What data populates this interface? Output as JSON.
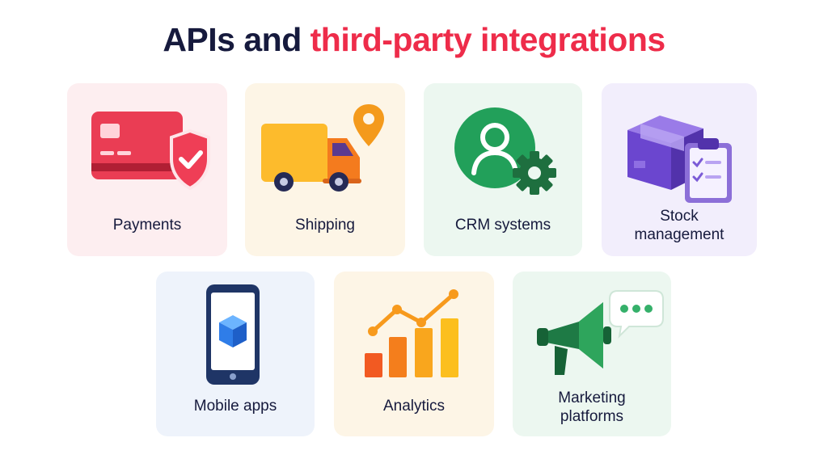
{
  "title": {
    "part1": "APIs and",
    "part2": "third-party integrations",
    "color1": "#161a3d",
    "color2": "#ee2c4a"
  },
  "cards": [
    {
      "label": "Payments",
      "icon": "credit-card-shield-icon",
      "bg": "#fdeef0"
    },
    {
      "label": "Shipping",
      "icon": "delivery-truck-location-icon",
      "bg": "#fdf5e6"
    },
    {
      "label": "CRM systems",
      "icon": "user-gear-icon",
      "bg": "#ecf7f0"
    },
    {
      "label_lines": [
        "Stock",
        "management"
      ],
      "icon": "box-clipboard-icon",
      "bg": "#f2eefc"
    },
    {
      "label": "Mobile apps",
      "icon": "smartphone-cube-icon",
      "bg": "#eef3fb"
    },
    {
      "label": "Analytics",
      "icon": "bar-chart-trend-icon",
      "bg": "#fdf5e6"
    },
    {
      "label_lines": [
        "Marketing",
        "platforms"
      ],
      "icon": "megaphone-chat-icon",
      "bg": "#ecf7f0"
    }
  ]
}
